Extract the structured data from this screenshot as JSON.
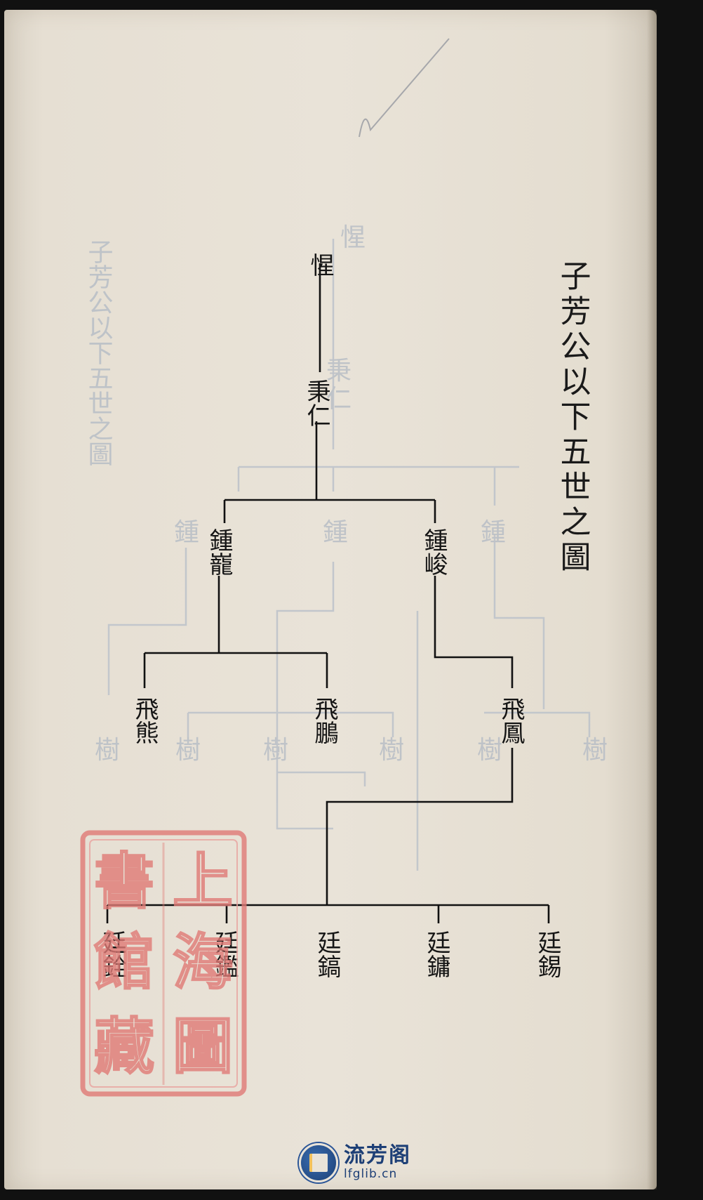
{
  "title": "子芳公以下五世之圖",
  "generations": {
    "g1": [
      "惺"
    ],
    "g2": [
      "秉仁"
    ],
    "g3": [
      "鍾巃",
      "鍾峻"
    ],
    "g4": [
      "飛熊",
      "飛鵬",
      "飛鳳"
    ],
    "g5": [
      "廷銓",
      "廷鑑",
      "廷鎬",
      "廷鏞",
      "廷錫"
    ]
  },
  "bleed_through_text": "子芳公以下五世之圖",
  "seal": {
    "characters": [
      "上",
      "海",
      "圖",
      "書",
      "館",
      "藏"
    ],
    "color": "#e07a76"
  },
  "watermark": {
    "name": "流芳阁",
    "url": "lfglib.cn",
    "color": "#1d3f76"
  }
}
